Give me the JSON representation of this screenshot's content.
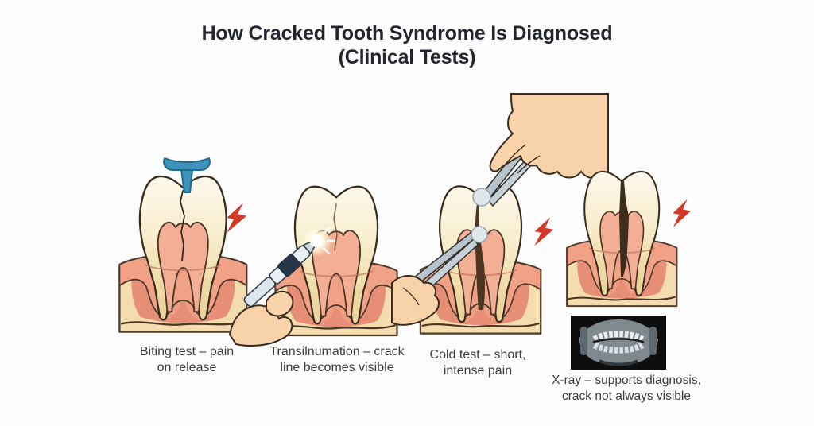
{
  "title": {
    "line1": "How Cracked Tooth Syndrome Is Diagnosed",
    "line2": "(Clinical Tests)"
  },
  "panels": [
    {
      "name": "biting-test",
      "caption_line1": "Biting test – pain",
      "caption_line2": "on release"
    },
    {
      "name": "transillumination-test",
      "caption_line1": "Transilnumation – crack",
      "caption_line2": "line becomes visible"
    },
    {
      "name": "cold-test",
      "caption_line1": "Cold test – short,",
      "caption_line2": "intense pain"
    },
    {
      "name": "x-ray-test",
      "caption_line1": "X-ray – supports diagnosis,",
      "caption_line2": "crack not always visible"
    }
  ],
  "colors": {
    "background": "#fdfdfd",
    "title_text": "#23262e",
    "caption_text": "#3c3c3c",
    "pain_bolt_red": "#d13a29",
    "bite_stick_blue": "#3e93bb",
    "gum_pink": "#f0a186",
    "jaw_tan": "#f5dcae",
    "tooth_cream": "#f7ecca",
    "pulp_salmon": "#f2af96",
    "skin": "#f8d2a9",
    "instrument_metal": "#b7c2ca"
  }
}
